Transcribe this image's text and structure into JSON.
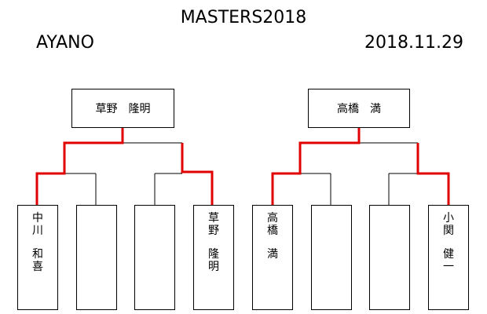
{
  "header": {
    "title": "MASTERS2018",
    "left": "AYANO",
    "right": "2018.11.29"
  },
  "winners": {
    "left": "草野　隆明",
    "right": "高橋　満"
  },
  "players": [
    {
      "family": [
        "中",
        "川"
      ],
      "given": [
        "和",
        "喜"
      ]
    },
    {
      "family": [],
      "given": []
    },
    {
      "family": [],
      "given": []
    },
    {
      "family": [
        "草",
        "野"
      ],
      "given": [
        "隆",
        "明"
      ]
    },
    {
      "family": [
        "高",
        "橋"
      ],
      "given": [
        "満"
      ]
    },
    {
      "family": [],
      "given": []
    },
    {
      "family": [],
      "given": []
    },
    {
      "family": [
        "小",
        "関"
      ],
      "given": [
        "健",
        "一"
      ]
    }
  ],
  "colors": {
    "win_line": "#e00000",
    "line": "#000000"
  }
}
